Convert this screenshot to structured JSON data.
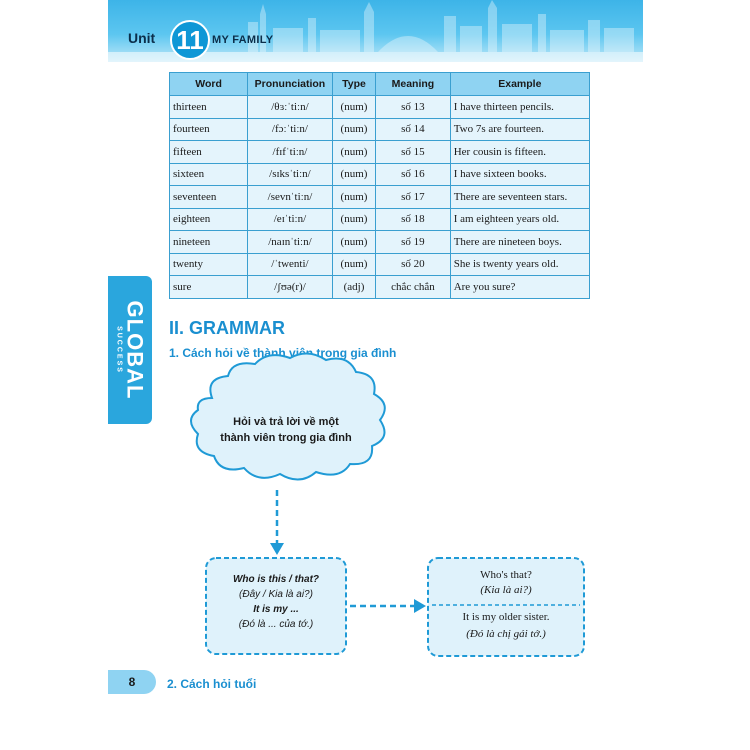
{
  "header": {
    "unit_label": "Unit",
    "unit_number": "11",
    "unit_title": "MY FAMILY"
  },
  "vocab_table": {
    "columns": [
      "Word",
      "Pronunciation",
      "Type",
      "Meaning",
      "Example"
    ],
    "rows": [
      {
        "word": "thirteen",
        "pron": "/θɜːˈtiːn/",
        "type": "(num)",
        "meaning": "số 13",
        "example": "I have thirteen pencils."
      },
      {
        "word": "fourteen",
        "pron": "/fɔːˈtiːn/",
        "type": "(num)",
        "meaning": "số 14",
        "example": "Two 7s are fourteen."
      },
      {
        "word": "fifteen",
        "pron": "/fɪfˈtiːn/",
        "type": "(num)",
        "meaning": "số 15",
        "example": "Her cousin is fifteen."
      },
      {
        "word": "sixteen",
        "pron": "/sɪksˈtiːn/",
        "type": "(num)",
        "meaning": "số 16",
        "example": "I have sixteen books."
      },
      {
        "word": "seventeen",
        "pron": "/sevnˈtiːn/",
        "type": "(num)",
        "meaning": "số 17",
        "example": "There are seventeen stars."
      },
      {
        "word": "eighteen",
        "pron": "/eɪˈtiːn/",
        "type": "(num)",
        "meaning": "số 18",
        "example": "I am eighteen years old."
      },
      {
        "word": "nineteen",
        "pron": "/naɪnˈtiːn/",
        "type": "(num)",
        "meaning": "số 19",
        "example": "There are nineteen boys."
      },
      {
        "word": "twenty",
        "pron": "/ˈtwenti/",
        "type": "(num)",
        "meaning": "số 20",
        "example": "She is twenty years old."
      },
      {
        "word": "sure",
        "pron": "/ʃʊə(r)/",
        "type": "(adj)",
        "meaning": "chắc chắn",
        "example": "Are you sure?"
      }
    ]
  },
  "side_tab": {
    "brand": "GLOBAL",
    "tagline": "SUCCESS"
  },
  "grammar": {
    "title": "II. GRAMMAR",
    "section1": "1. Cách hỏi về thành viên trong gia đình",
    "section2": "2. Cách hỏi tuổi"
  },
  "diagram": {
    "cloud_line1": "Hỏi và trả lời về một",
    "cloud_line2": "thành viên trong gia đình",
    "pattern_q": "Who is this / that?",
    "pattern_q_vi": "(Đây / Kia là ai?)",
    "pattern_a": "It is my ...",
    "pattern_a_vi": "(Đó là ... của tớ.)",
    "example_q": "Who's that?",
    "example_q_vi": "(Kia là ai?)",
    "example_a": "It is my older sister.",
    "example_a_vi": "(Đó là chị gái tớ.)"
  },
  "page_number": "8",
  "colors": {
    "accent": "#1a8fd0",
    "header_blue": "#3db4e8",
    "table_header": "#8fd3f2",
    "table_cell": "#e4f4fc",
    "box_fill": "#dff2fb",
    "dashed_border": "#1f9ad6"
  }
}
